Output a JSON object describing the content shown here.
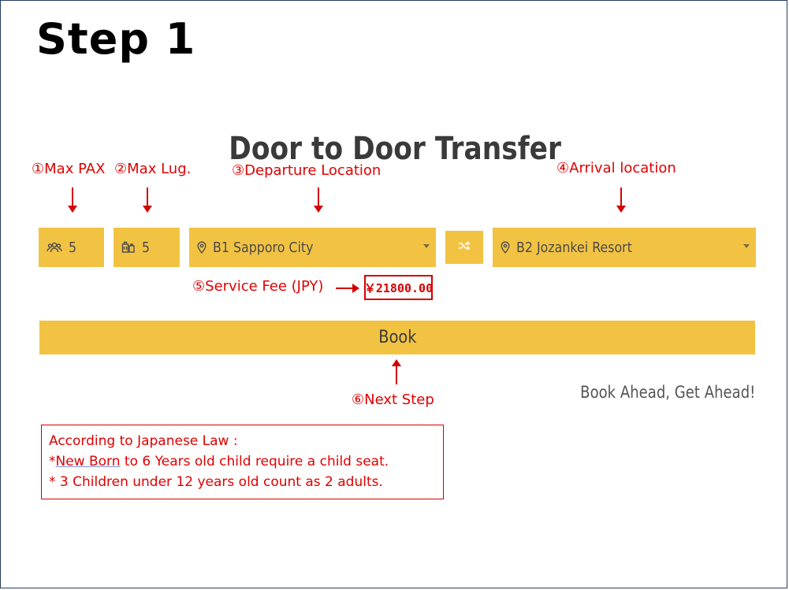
{
  "step_title": "Step 1",
  "main_title": "Door to Door Transfer",
  "annotations": {
    "max_pax": "①Max PAX",
    "max_lug": "②Max Lug.",
    "departure": "③Departure Location",
    "arrival": "④Arrival location",
    "service_fee": "⑤Service Fee (JPY)",
    "next_step": "⑥Next Step"
  },
  "form": {
    "pax": {
      "value": "5",
      "icon": "group-icon"
    },
    "luggage": {
      "value": "5",
      "icon": "luggage-icon"
    },
    "departure": {
      "value": "B1 Sapporo City",
      "icon": "map-pin-icon"
    },
    "swap": {
      "icon": "shuffle-icon"
    },
    "arrival": {
      "value": "B2 Jozankei Resort",
      "icon": "map-pin-icon"
    },
    "fee": "￥21800.00",
    "book_label": "Book"
  },
  "tagline": "Book Ahead, Get Ahead!",
  "law_note": {
    "heading": "According to Japanese Law :",
    "line1_prefix": "*",
    "line1_link": "New Born",
    "line1_rest": " to 6 Years old child require a child seat.",
    "line2": "* 3 Children under 12 years old count as 2 adults."
  },
  "colors": {
    "accent": "#f2c343",
    "annotation": "#e00000",
    "title": "#3a3a3a"
  }
}
